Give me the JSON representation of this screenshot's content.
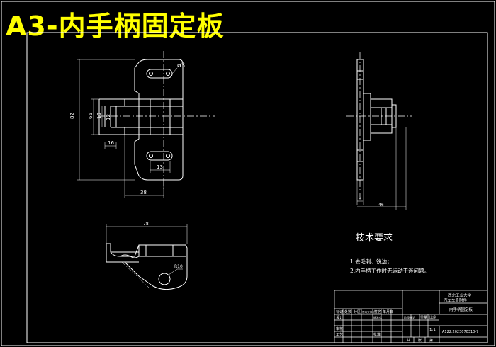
{
  "title": "A3-内手柄固定板",
  "colors": {
    "background": "#000000",
    "line": "#ffffff",
    "title": "#ffff00",
    "dim": "#ffffff"
  },
  "dimensions": {
    "hole": "ø3",
    "height_total": "82",
    "d_66": "66",
    "d_10": "10",
    "d_12": "12",
    "d_16": "16",
    "d_13": "13",
    "d_38": "38",
    "d_6": "6",
    "d_46": "46",
    "d_78": "78",
    "d_R10": "R10"
  },
  "requirements": {
    "heading": "技术要求",
    "items": [
      "1.去毛刺、锐边；",
      "2.内手柄工作时无运动干涉问题。"
    ]
  },
  "title_block": {
    "company": "西北工业大学",
    "project": "汽车车身附件",
    "part_name": "内手柄固定板",
    "drawing_no": "A122.2023070310-7",
    "scale": "1:1",
    "cells": [
      "标记",
      "处数",
      "分区",
      "更改文件号",
      "签名",
      "年月日",
      "设计",
      "标准化",
      "阶段标记",
      "重量",
      "比例",
      "审核",
      "工艺",
      "批准",
      "共",
      "张",
      "第"
    ]
  }
}
